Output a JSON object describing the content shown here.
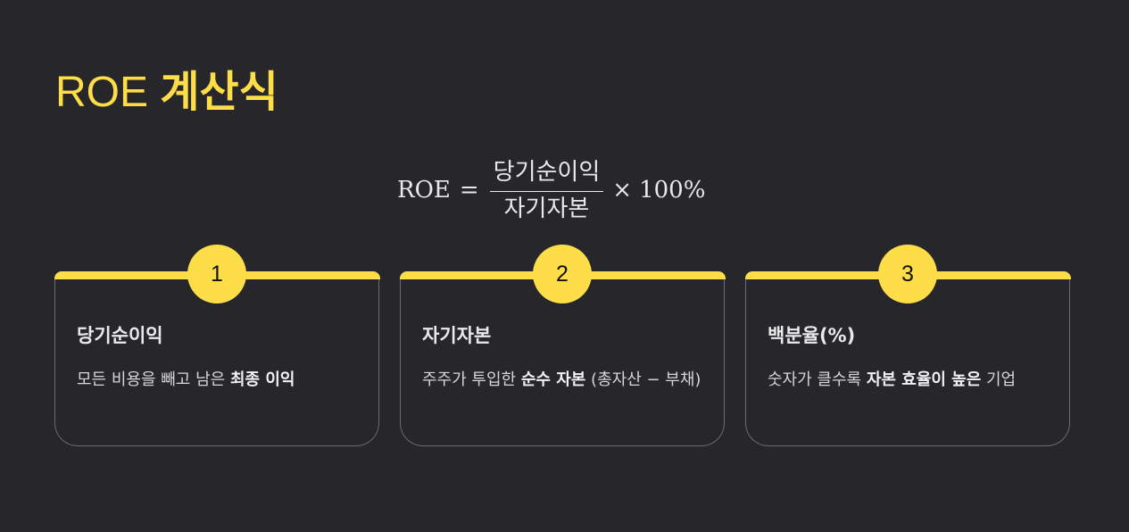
{
  "title": {
    "latin": "ROE",
    "korean": "계산식"
  },
  "formula": {
    "lhs": "ROE",
    "equals": "=",
    "numerator": "당기순이익",
    "denominator": "자기자본",
    "times": "×",
    "multiplier": "100%"
  },
  "cards": [
    {
      "number": "1",
      "heading": "당기순이익",
      "desc_plain": "모든 비용을 빼고 남은 ",
      "desc_bold": "최종 이익",
      "desc_tail": ""
    },
    {
      "number": "2",
      "heading": "자기자본",
      "desc_plain": "주주가 투입한 ",
      "desc_bold": "순수 자본",
      "desc_tail": " (총자산 − 부채)"
    },
    {
      "number": "3",
      "heading": "백분율(%)",
      "desc_plain": "숫자가 클수록 ",
      "desc_bold": "자본 효율이 높은",
      "desc_tail": " 기업"
    }
  ],
  "colors": {
    "background": "#26262b",
    "accent": "#fddd48",
    "card_border": "#6b6b70"
  }
}
